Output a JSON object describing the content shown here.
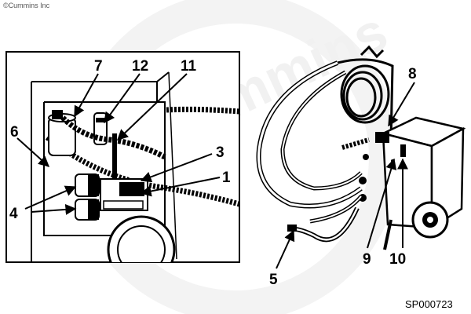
{
  "copyright": "©Cummins Inc",
  "watermark": "Cummins",
  "figure_code": "SP000723",
  "callouts": {
    "c1": "1",
    "c3": "3",
    "c4": "4",
    "c5": "5",
    "c6": "6",
    "c7": "7",
    "c8": "8",
    "c9": "9",
    "c10": "10",
    "c11": "11",
    "c12": "12"
  }
}
